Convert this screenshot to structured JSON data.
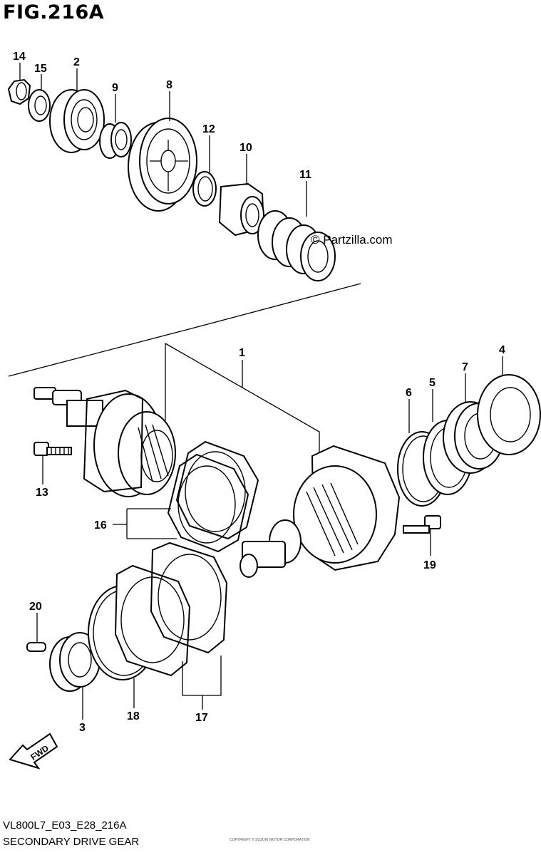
{
  "figure": {
    "title": "FIG.216A",
    "code": "VL800L7_E03_E28_216A",
    "name": "SECONDARY DRIVE GEAR",
    "watermark": "© Partzilla.com",
    "fine_print": "COPYRIGHT © SUZUKI MOTOR CORPORATION"
  },
  "callouts": {
    "c1": "1",
    "c2": "2",
    "c3": "3",
    "c4": "4",
    "c5": "5",
    "c6": "6",
    "c7": "7",
    "c8": "8",
    "c9": "9",
    "c10": "10",
    "c11": "11",
    "c12": "12",
    "c13": "13",
    "c14": "14",
    "c15": "15",
    "c16": "16",
    "c17": "17",
    "c18": "18",
    "c19": "19",
    "c20": "20"
  },
  "fwd_label": "FWD"
}
